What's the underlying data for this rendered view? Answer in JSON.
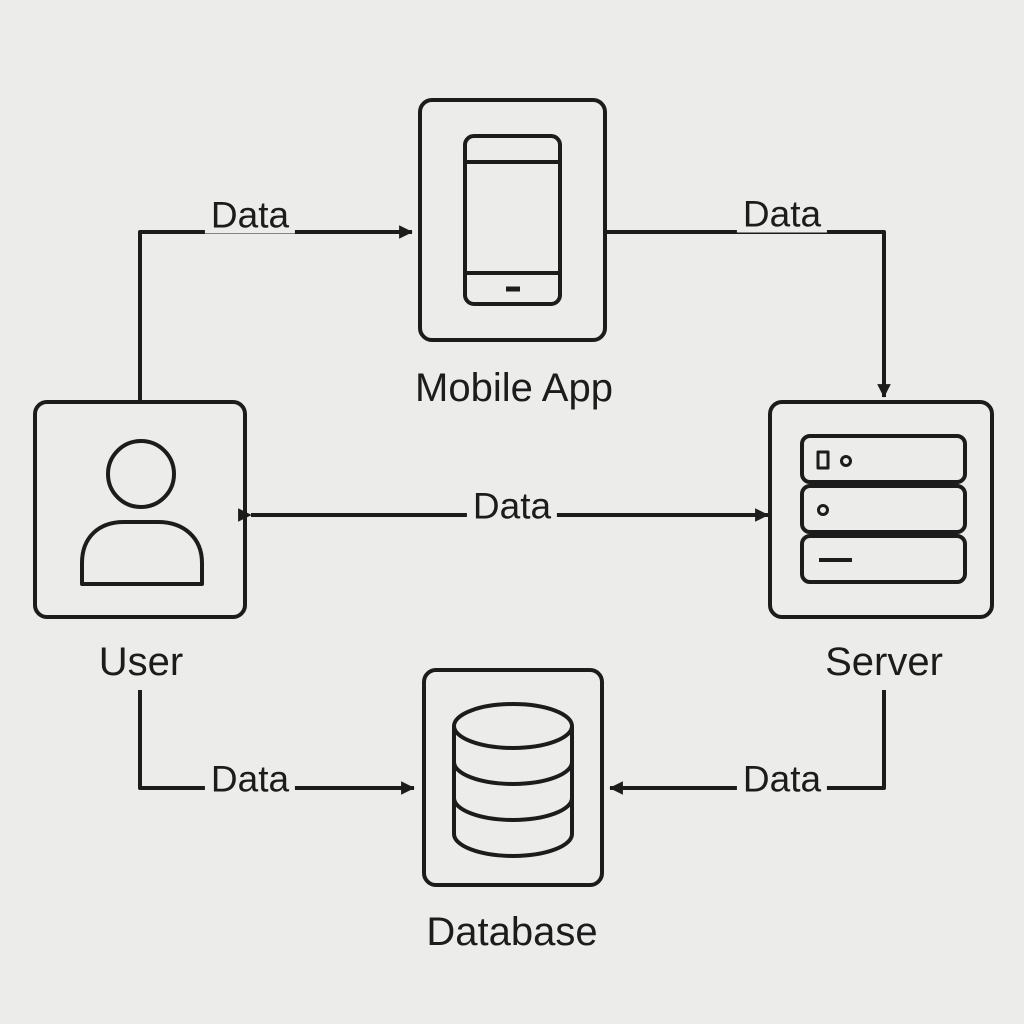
{
  "nodes": {
    "mobile_app": {
      "label": "Mobile App",
      "icon": "smartphone-icon"
    },
    "user": {
      "label": "User",
      "icon": "user-icon"
    },
    "server": {
      "label": "Server",
      "icon": "server-icon"
    },
    "database": {
      "label": "Database",
      "icon": "database-icon"
    }
  },
  "edges": [
    {
      "id": "user-to-mobile-app",
      "from": "User",
      "to": "Mobile App",
      "label": "Data",
      "direction": "forward"
    },
    {
      "id": "mobile-app-to-server",
      "from": "Mobile App",
      "to": "Server",
      "label": "Data",
      "direction": "forward"
    },
    {
      "id": "user-server",
      "from": "User",
      "to": "Server",
      "label": "Data",
      "direction": "both"
    },
    {
      "id": "user-to-database",
      "from": "User",
      "to": "Database",
      "label": "Data",
      "direction": "forward"
    },
    {
      "id": "server-to-database",
      "from": "Server",
      "to": "Database",
      "label": "Data",
      "direction": "forward"
    }
  ],
  "colors": {
    "background": "#ececeb",
    "stroke": "#1c1c1c"
  }
}
